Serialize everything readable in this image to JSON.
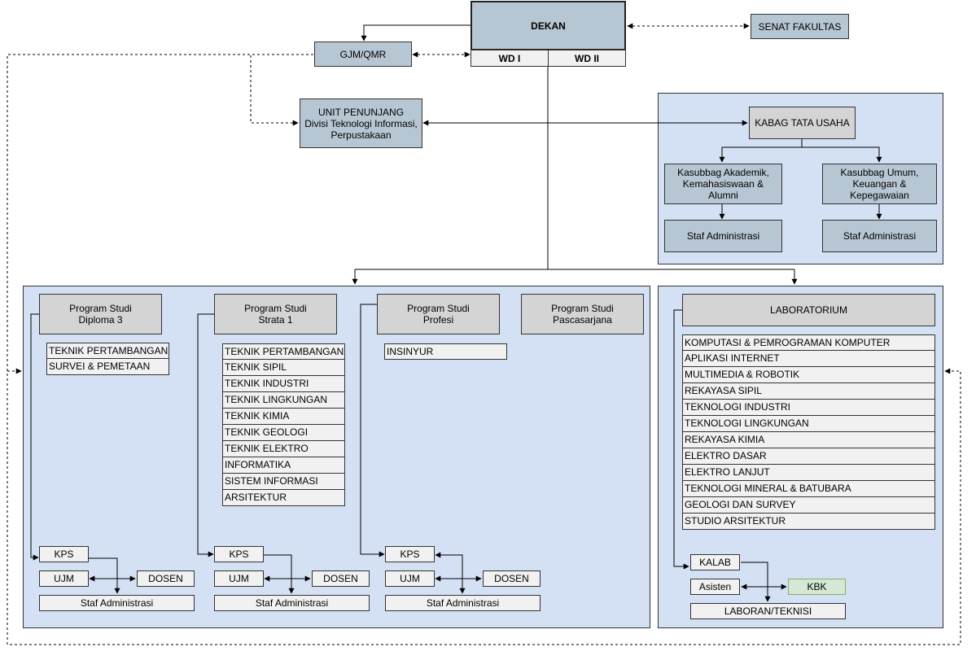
{
  "dekan": "DEKAN",
  "wd1": "WD I",
  "wd2": "WD II",
  "senat": "SENAT FAKULTAS",
  "gjm": "GJM/QMR",
  "unit_penunjang": [
    "UNIT PENUNJANG",
    "Divisi Teknologi Informasi,",
    "Perpustakaan"
  ],
  "tata_usaha": {
    "kabag": "KABAG TATA USAHA",
    "kasubbag_akademik": [
      "Kasubbag Akademik,",
      "Kemahasiswaan &",
      "Alumni"
    ],
    "kasubbag_umum": [
      "Kasubbag Umum,",
      "Keuangan &",
      "Kepegawaian"
    ],
    "staf_left": "Staf Administrasi",
    "staf_right": "Staf Administrasi"
  },
  "prodi": {
    "d3": {
      "title": [
        "Program Studi",
        "Diploma 3"
      ],
      "items": [
        "TEKNIK PERTAMBANGAN",
        "SURVEI & PEMETAAN"
      ]
    },
    "s1": {
      "title": [
        "Program Studi",
        "Strata 1"
      ],
      "items": [
        "TEKNIK PERTAMBANGAN",
        "TEKNIK SIPIL",
        "TEKNIK INDUSTRI",
        "TEKNIK LINGKUNGAN",
        "TEKNIK KIMIA",
        "TEKNIK GEOLOGI",
        "TEKNIK ELEKTRO",
        "INFORMATIKA",
        "SISTEM INFORMASI",
        "ARSITEKTUR"
      ]
    },
    "profesi": {
      "title": [
        "Program Studi",
        "Profesi"
      ],
      "items": [
        "INSINYUR"
      ]
    },
    "pasca": {
      "title": [
        "Program Studi",
        "Pascasarjana"
      ]
    },
    "kps": "KPS",
    "ujm": "UJM",
    "dosen": "DOSEN",
    "staf": "Staf Administrasi"
  },
  "lab": {
    "title": "LABORATORIUM",
    "items": [
      "KOMPUTASI & PEMROGRAMAN KOMPUTER",
      "APLIKASI INTERNET",
      "MULTIMEDIA & ROBOTIK",
      "REKAYASA SIPIL",
      "TEKNOLOGI INDUSTRI",
      "TEKNOLOGI LINGKUNGAN",
      "REKAYASA KIMIA",
      "ELEKTRO DASAR",
      "ELEKTRO LANJUT",
      "TEKNOLOGI MINERAL & BATUBARA",
      "GEOLOGI DAN SURVEY",
      "STUDIO ARSITEKTUR"
    ],
    "kalab": "KALAB",
    "asisten": "Asisten",
    "kbk": "KBK",
    "laboran": "LABORAN/TEKNISI"
  },
  "colors": {
    "steel_blue": "#b7c6d3",
    "grey": "#d4d4d4",
    "light": "#f1f1f1",
    "region": "#d4e1f5",
    "kbk_green": "#d5e8d4"
  }
}
